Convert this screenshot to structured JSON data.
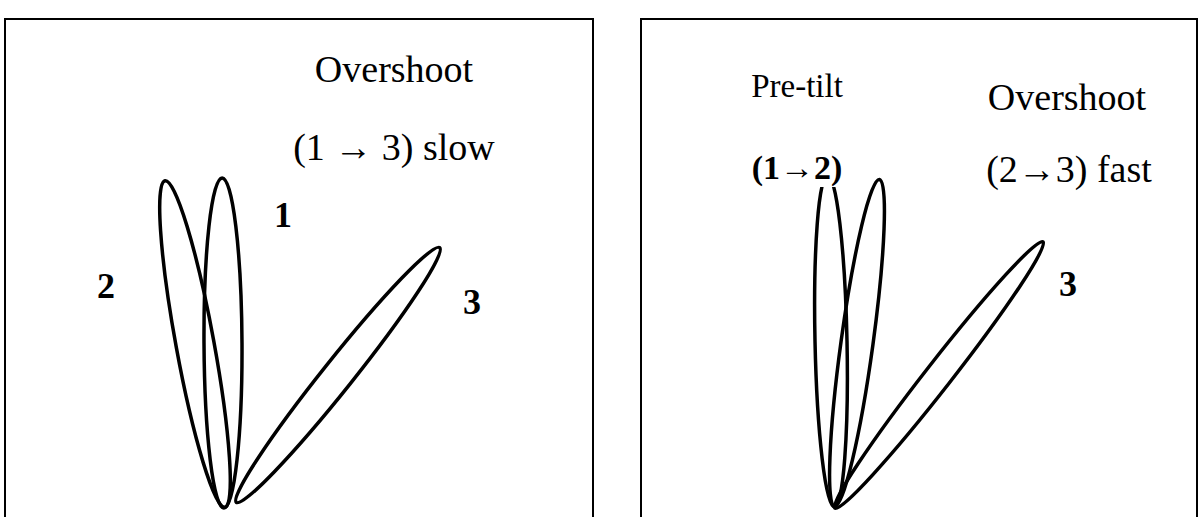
{
  "diagram": {
    "nodes": [
      {
        "text": [
          "Overshoot",
          "(1 → 3) slow"
        ]
      },
      {
        "text": [
          "Pre-tilt",
          "(1→2)",
          "Overshoot",
          "(2→3) fast"
        ]
      }
    ],
    "labels": [
      "1",
      "2",
      "3",
      "3"
    ]
  }
}
